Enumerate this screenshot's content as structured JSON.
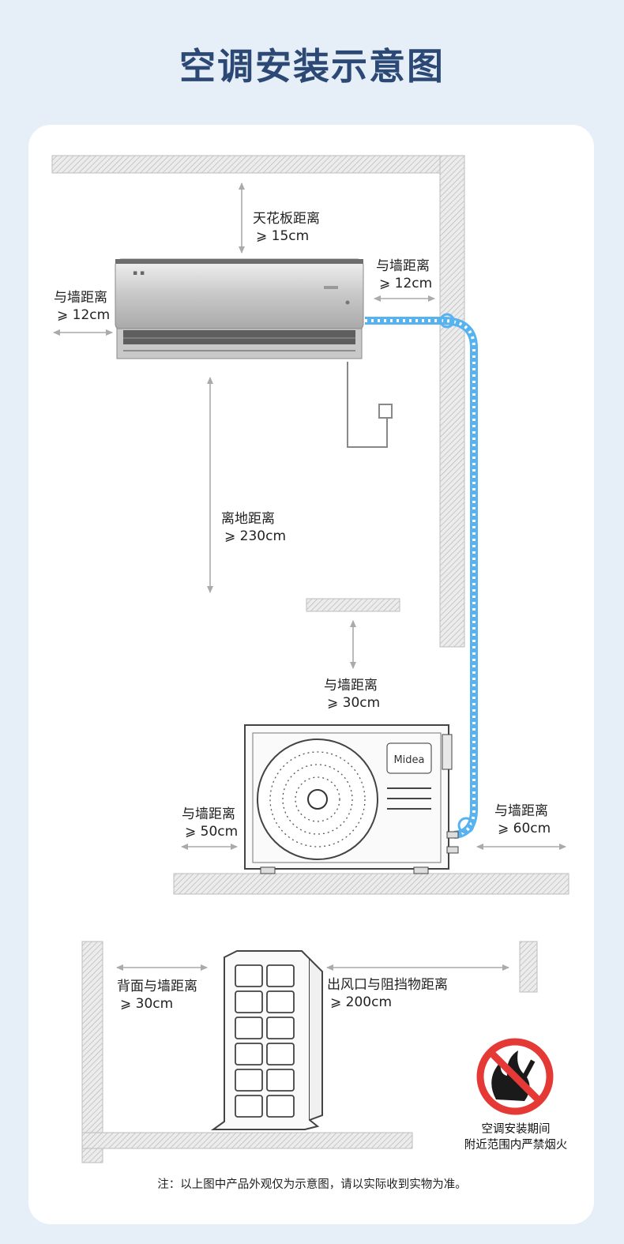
{
  "title": "空调安装示意图",
  "labels": {
    "ceiling": {
      "name": "天花板距离",
      "value": "⩾ 15cm"
    },
    "indoor_left_wall": {
      "name": "与墙距离",
      "value": "⩾ 12cm"
    },
    "indoor_right_wall": {
      "name": "与墙距离",
      "value": "⩾ 12cm"
    },
    "floor": {
      "name": "离地距离",
      "value": "⩾ 230cm"
    },
    "outdoor_top_wall": {
      "name": "与墙距离",
      "value": "⩾ 30cm"
    },
    "outdoor_left_wall": {
      "name": "与墙距离",
      "value": "⩾ 50cm"
    },
    "outdoor_right_wall": {
      "name": "与墙距离",
      "value": "⩾ 60cm"
    },
    "back_wall": {
      "name": "背面与墙距离",
      "value": "⩾ 30cm"
    },
    "outlet_obstacle": {
      "name": "出风口与阻挡物距离",
      "value": "⩾ 200cm"
    }
  },
  "brand": "Midea",
  "warning": {
    "line1": "空调安装期间",
    "line2": "附近范围内严禁烟火"
  },
  "note": "注：以上图中产品外观仅为示意图，请以实际收到实物为准。",
  "colors": {
    "title": "#2c4975",
    "pipe": "#56b3f0",
    "prohibit": "#e53935",
    "wall": "#d0d0d0"
  }
}
